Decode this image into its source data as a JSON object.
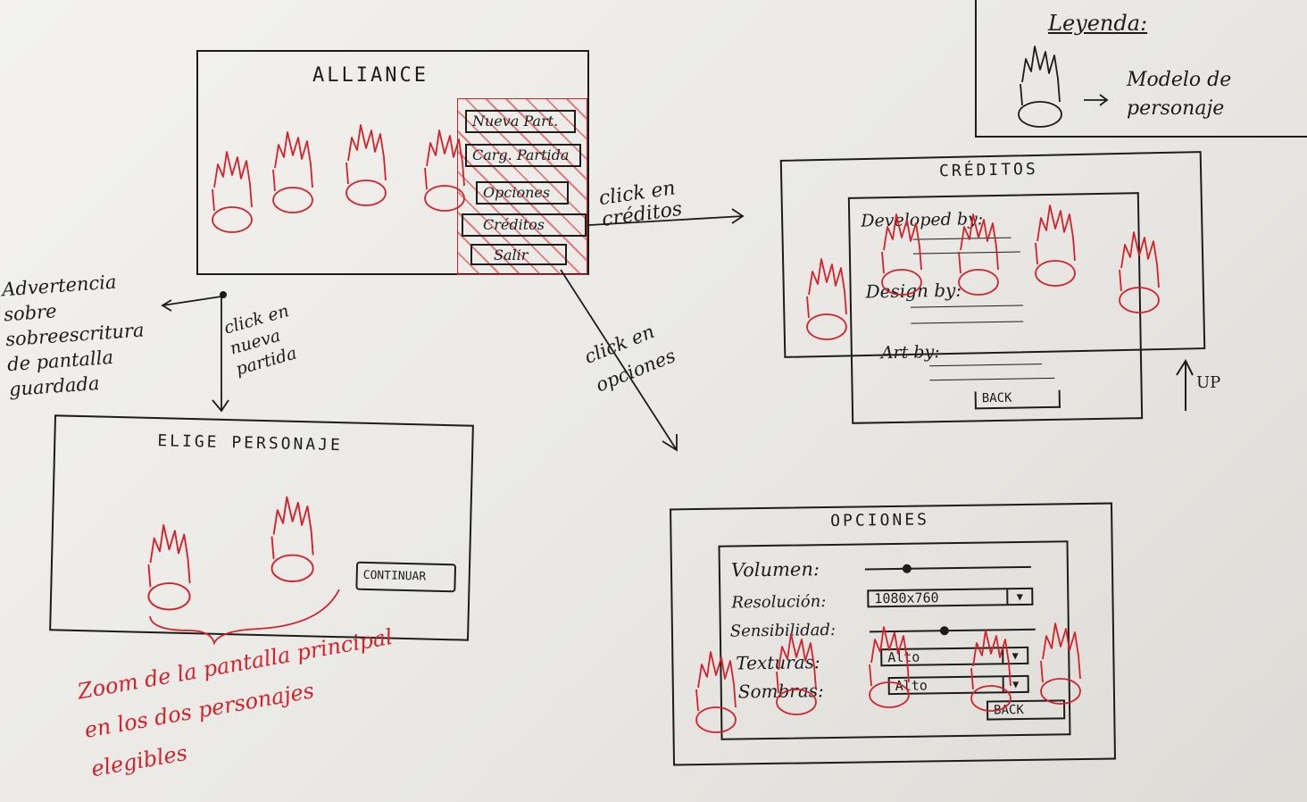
{
  "legend": {
    "title": "Leyenda:",
    "description": "Modelo de personaje"
  },
  "main_screen": {
    "title": "ALLIANCE",
    "menu": [
      "Nueva Part.",
      "Carg. Partida",
      "Opciones",
      "Créditos",
      "Salir"
    ]
  },
  "credits_screen": {
    "title": "CRÉDITOS",
    "developed_by": "Developed by:",
    "design_by": "Design by:",
    "art_by": "Art by:",
    "back_label": "BACK",
    "scroll_label": "UP"
  },
  "character_screen": {
    "title": "ELIGE PERSONAJE",
    "continue_label": "CONTINUAR"
  },
  "options_screen": {
    "title": "OPCIONES",
    "volume_label": "Volumen:",
    "resolution_label": "Resolución:",
    "resolution_value": "1080x760",
    "sensitivity_label": "Sensibilidad:",
    "textures_label": "Texturas:",
    "textures_value": "Alto",
    "shadows_label": "Sombras:",
    "shadows_value": "Alto",
    "back_label": "BACK",
    "volume_level": 0.25,
    "sensitivity_level": 0.45
  },
  "annotations": {
    "click_credits": "click en créditos",
    "click_options": "click en opciones",
    "click_new_game": "click en nueva partida",
    "overwrite_warning": "Advertencia sobre sobreescritura de pantalla guardada",
    "zoom_note": "Zoom de la pantalla principal en los dos personajes elegibles"
  },
  "colors": {
    "ink": "#1c1c1c",
    "red_ink": "#d5212a",
    "paper": "#eceae6"
  }
}
